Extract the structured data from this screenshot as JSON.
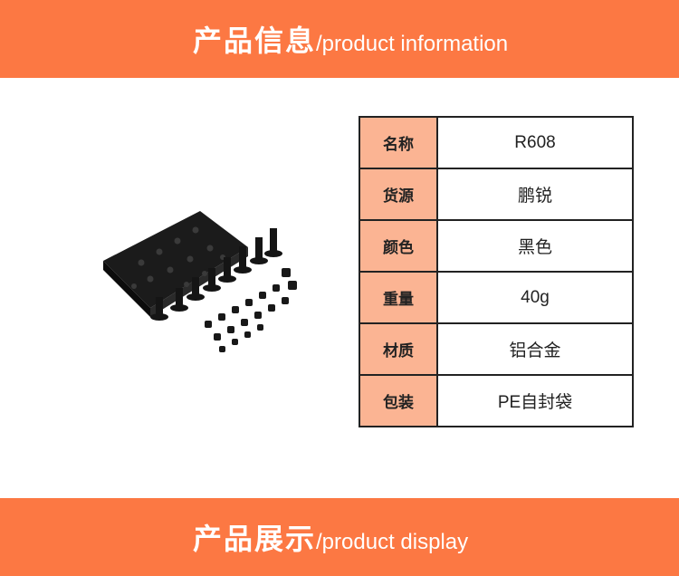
{
  "header": {
    "title_cn": "产品信息",
    "title_en": "/product information"
  },
  "specs": [
    {
      "key": "名称",
      "value": "R608"
    },
    {
      "key": "货源",
      "value": "鹏锐"
    },
    {
      "key": "颜色",
      "value": "黑色"
    },
    {
      "key": "重量",
      "value": "40g"
    },
    {
      "key": "材质",
      "value": "铝合金"
    },
    {
      "key": "包装",
      "value": "PE自封袋"
    }
  ],
  "footer": {
    "title_cn": "产品展示",
    "title_en": "/product display"
  },
  "colors": {
    "banner": "#fc7843",
    "key_cell": "#fbb493",
    "border": "#222222"
  }
}
